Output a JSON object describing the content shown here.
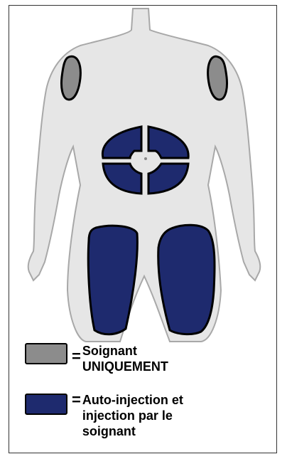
{
  "diagram": {
    "colors": {
      "body_fill": "#e6e6e6",
      "body_outline": "#a8a8a8",
      "caregiver_zone": "#8c8c8c",
      "self_injection_zone": "#1e2a6e",
      "zone_outline": "#000000"
    },
    "zones": [
      {
        "name": "upper-arm-right",
        "type": "caregiver"
      },
      {
        "name": "upper-arm-left",
        "type": "caregiver"
      },
      {
        "name": "abdomen",
        "type": "self-injection"
      },
      {
        "name": "thigh-right",
        "type": "self-injection"
      },
      {
        "name": "thigh-left",
        "type": "self-injection"
      }
    ]
  },
  "legend": {
    "items": [
      {
        "swatch_color": "#8c8c8c",
        "equals": "=",
        "lines": [
          "Soignant",
          "UNIQUEMENT"
        ]
      },
      {
        "swatch_color": "#1e2a6e",
        "equals": "=",
        "lines": [
          "Auto-injection et",
          "injection par le",
          "soignant"
        ]
      }
    ]
  }
}
